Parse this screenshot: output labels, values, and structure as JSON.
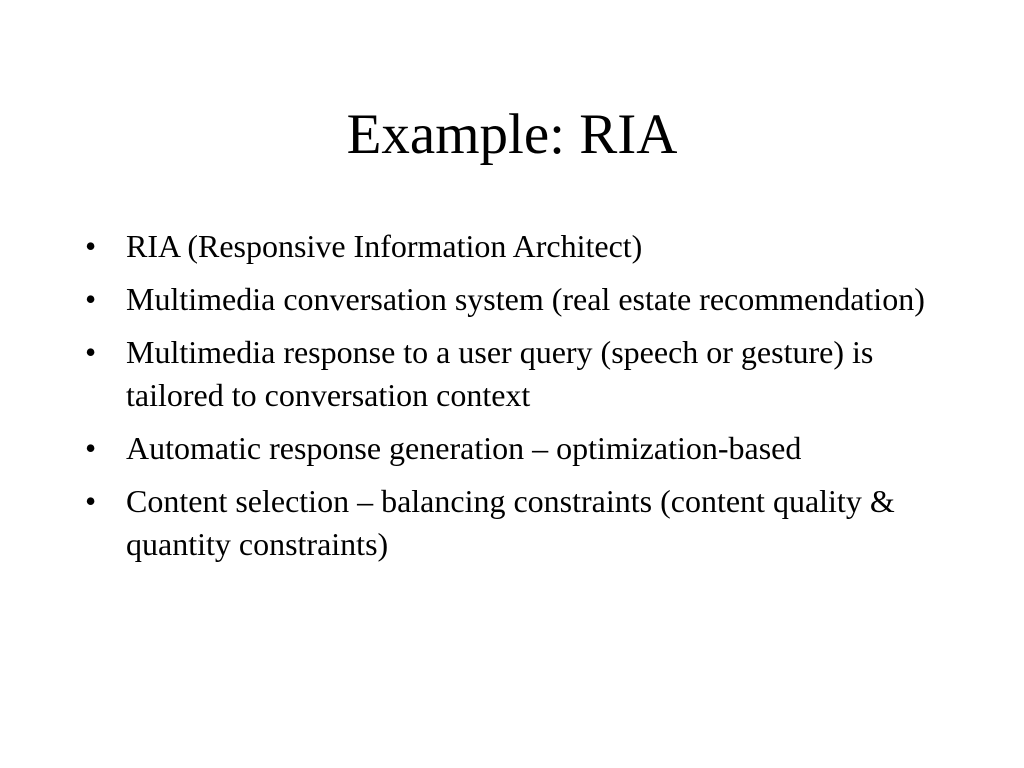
{
  "slide": {
    "title": "Example: RIA",
    "bullet_symbol": "•",
    "bullets": [
      "RIA (Responsive Information Architect)",
      "Multimedia conversation system (real estate recommendation)",
      "Multimedia response to a user query (speech or gesture) is tailored to conversation context",
      "Automatic response generation – optimization-based",
      "Content selection – balancing constraints (content quality & quantity constraints)"
    ]
  }
}
